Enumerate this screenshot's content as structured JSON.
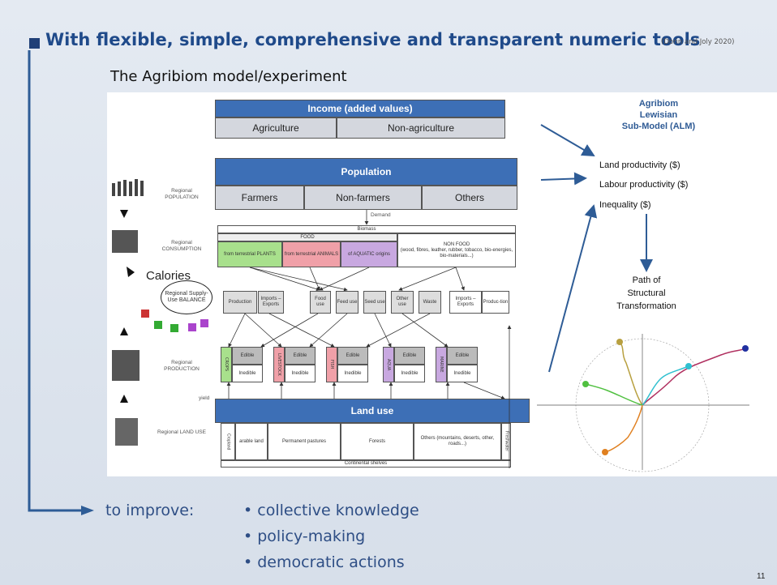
{
  "header": {
    "title": "With flexible, simple, comprehensive and transparent numeric tools",
    "citation": "(Dorin and Joly 2020)",
    "subtitle": "The Agribiom model/experiment"
  },
  "diagram": {
    "income": {
      "title": "Income (added values)",
      "agriculture": "Agriculture",
      "non_agriculture": "Non-agriculture"
    },
    "population": {
      "title": "Population",
      "farmers": "Farmers",
      "non_farmers": "Non-farmers",
      "others": "Others"
    },
    "demand": "Demand",
    "biomass": "Biomass",
    "food": "FOOD",
    "non_food": "NON FOOD",
    "non_food_detail": "(wood, fibres, leather, rubber, tobacco, bio-energies, bio-materials...)",
    "food_plants": "from terrestrial PLANTS",
    "food_animals": "from terrestrial ANIMALS",
    "food_aquatic": "of AQUATIC origins",
    "calories": "Calories",
    "supply_use": "Regional Supply-Use BALANCE",
    "balance_cells": [
      "Production",
      "Imports – Exports",
      "Food use",
      "Feed use",
      "Seed use",
      "Other use",
      "Waste",
      "Imports – Exports",
      "Produc-tion"
    ],
    "production_edible": "Edible",
    "production_inedible": "Inedible",
    "production_sectors": [
      "CROPS",
      "LIVESTOCK",
      "FISH",
      "AQUA",
      "MARINE"
    ],
    "yield_label": "yield",
    "land_use": {
      "title": "Land use",
      "cropland": "Cropland",
      "arable": "arable land",
      "pastures": "Permanent pastures",
      "forests": "Forests",
      "others": "Others (mountains, deserts, other, roads...)",
      "freshwater": "Freshwater",
      "shelves": "Continental shelves"
    },
    "row_labels": [
      "Regional POPULATION",
      "Regional CONSUMPTION",
      "Regional PRODUCTION",
      "Regional LAND USE"
    ]
  },
  "alm": {
    "title_lines": [
      "Agribiom",
      "Lewisian",
      "Sub-Model (ALM)"
    ],
    "indicators": [
      "Land productivity ($)",
      "Labour productivity ($)",
      "Inequality ($)"
    ],
    "path_lines": [
      "Path of",
      "Structural",
      "Transformation"
    ]
  },
  "bottom": {
    "lead": "to improve:",
    "items": [
      "collective knowledge",
      "policy-making",
      "democratic actions"
    ]
  },
  "page_number": "11",
  "colors": {
    "title": "#1f4a8a",
    "box_blue": "#3d6fb6",
    "box_grey": "#d4d7de",
    "arrow": "#2e5c96",
    "green": "#a8e08c",
    "red": "#f0a0a8",
    "purple": "#c8a8e0"
  }
}
